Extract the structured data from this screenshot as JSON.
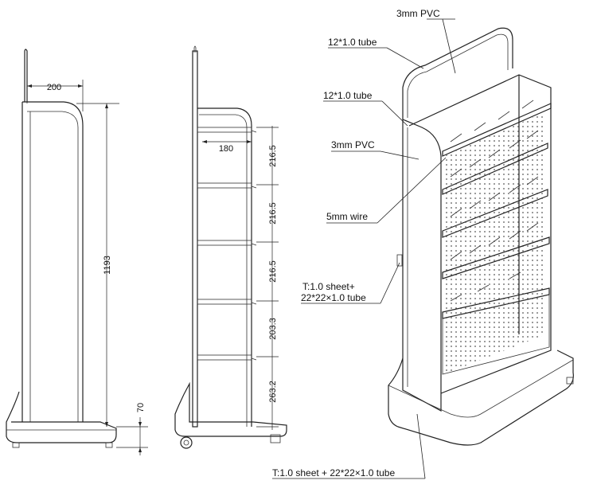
{
  "views": {
    "side_left": {
      "width_dim": "200",
      "height_dim": "1193",
      "base_dim": "70"
    },
    "side_right": {
      "depth_dim": "180",
      "shelf_spacings": [
        "216.5",
        "216.5",
        "216.5",
        "203.3",
        "263.2"
      ]
    }
  },
  "callouts": {
    "top_pvc": "3mm PVC",
    "top_tube": "12*1.0 tube",
    "mid_tube": "12*1.0 tube",
    "mid_pvc": "3mm PVC",
    "wire": "5mm  wire",
    "sheet_line1": "T:1.0  sheet+",
    "sheet_line2": "22*22×1.0 tube",
    "base_sheet": "T:1.0  sheet  +  22*22×1.0 tube"
  }
}
